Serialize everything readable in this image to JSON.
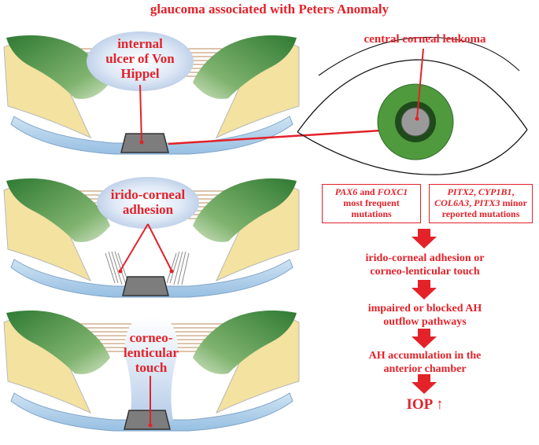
{
  "title": "glaucoma associated with Peters Anomaly",
  "panel1": {
    "bubble_line1": "internal",
    "bubble_line2": "ulcer of Von",
    "bubble_line3": "Hippel"
  },
  "panel2": {
    "bubble_line1": "irido-corneal",
    "bubble_line2": "adhesion"
  },
  "panel3": {
    "bubble_line1": "corneo-",
    "bubble_line2": "lenticular",
    "bubble_line3": "touch"
  },
  "eye_label": "central corneal leukoma",
  "box_left": {
    "gene1": "PAX6",
    "and": " and ",
    "gene2": "FOXC1",
    "line2": "most frequent",
    "line3": "mutations"
  },
  "box_right": {
    "gene1": "PITX2",
    "sep1": ", ",
    "gene2": "CYP1B1",
    "sep2": ",",
    "gene3": "COL6A3",
    "sep3": ", ",
    "gene4": "PITX3",
    "tail": " minor",
    "line3": "reported mutations"
  },
  "steps": [
    {
      "line1": "irido-corneal adhesion or",
      "line2": "corneo-lenticular touch"
    },
    {
      "line1": "impaired or blocked AH",
      "line2": "outflow pathways"
    },
    {
      "line1": "AH accumulation in the",
      "line2": "anterior chamber"
    }
  ],
  "final": "IOP ↑",
  "colors": {
    "accent": "#e3222a",
    "iris_green": "#4f9a3c",
    "cornea_blue": "#a9cbe6",
    "sclera_yellow": "#f3e2a0",
    "ciliary_green": "#3f8a3a"
  }
}
